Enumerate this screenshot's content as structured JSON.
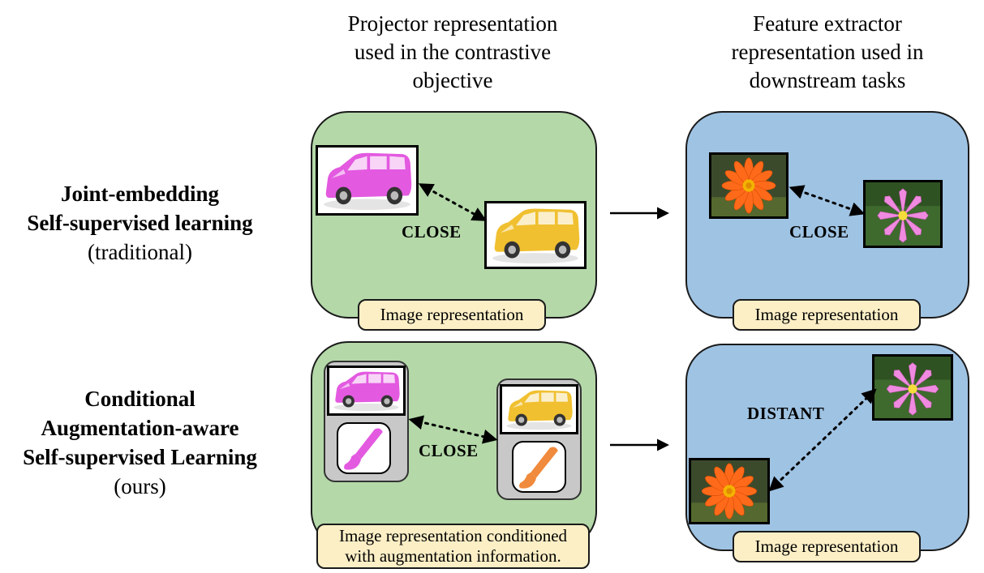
{
  "headers": {
    "left": [
      "Projector representation",
      "used in the contrastive",
      "objective"
    ],
    "right": [
      "Feature extractor",
      "representation used in",
      "downstream tasks"
    ]
  },
  "rows": [
    {
      "label_bold": [
        "Joint-embedding",
        "Self-supervised learning"
      ],
      "label_normal": "(traditional)",
      "left_relation": "CLOSE",
      "left_caption": "Image representation",
      "right_relation": "CLOSE",
      "right_caption": "Image representation"
    },
    {
      "label_bold": [
        "Conditional",
        "Augmentation-aware",
        "Self-supervised Learning"
      ],
      "label_normal": "(ours)",
      "left_relation": "CLOSE",
      "left_caption": [
        "Image representation conditioned",
        "with augmentation information."
      ],
      "right_relation": "DISTANT",
      "right_caption": "Image representation"
    }
  ],
  "colors": {
    "projector_panel": "#b4d8a8",
    "extractor_panel": "#9fc3e3",
    "caption_box": "#fcefc6",
    "magenta_augmentation": "#e35ae0",
    "orange_augmentation": "#f08a3c"
  },
  "icons": [
    "minivan-magenta-image",
    "minivan-yellow-image",
    "orange-flower-image",
    "pink-flower-image",
    "paintbrush-icon",
    "arrow-right-icon"
  ]
}
